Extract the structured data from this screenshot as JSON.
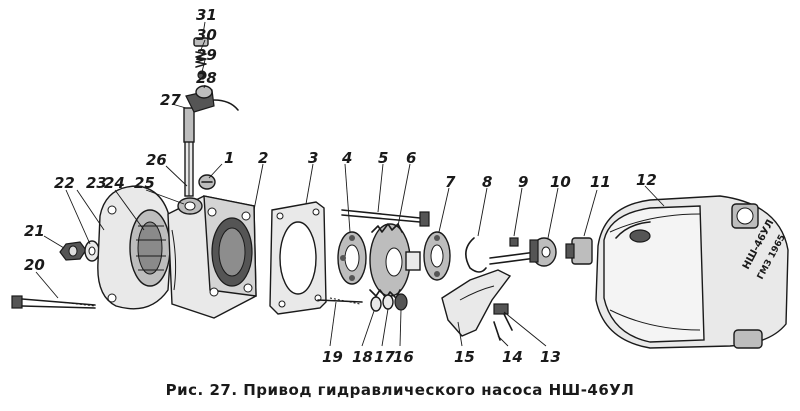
{
  "figure": {
    "caption": "Рис. 27. Привод гидравлического насоса НШ-46УЛ",
    "pump_marking_1": "НШ-46УЛ",
    "pump_marking_2": "ГМЗ 1965"
  },
  "callouts": [
    {
      "id": "c1",
      "text": "1"
    },
    {
      "id": "c2",
      "text": "2"
    },
    {
      "id": "c3",
      "text": "3"
    },
    {
      "id": "c4",
      "text": "4"
    },
    {
      "id": "c5",
      "text": "5"
    },
    {
      "id": "c6",
      "text": "6"
    },
    {
      "id": "c7",
      "text": "7"
    },
    {
      "id": "c8",
      "text": "8"
    },
    {
      "id": "c9",
      "text": "9"
    },
    {
      "id": "c10",
      "text": "10"
    },
    {
      "id": "c11",
      "text": "11"
    },
    {
      "id": "c12",
      "text": "12"
    },
    {
      "id": "c13",
      "text": "13"
    },
    {
      "id": "c14",
      "text": "14"
    },
    {
      "id": "c15",
      "text": "15"
    },
    {
      "id": "c16",
      "text": "16"
    },
    {
      "id": "c17",
      "text": "17"
    },
    {
      "id": "c18",
      "text": "18"
    },
    {
      "id": "c19",
      "text": "19"
    },
    {
      "id": "c20",
      "text": "20"
    },
    {
      "id": "c21",
      "text": "21"
    },
    {
      "id": "c22",
      "text": "22"
    },
    {
      "id": "c23",
      "text": "23"
    },
    {
      "id": "c24",
      "text": "24"
    },
    {
      "id": "c25",
      "text": "25"
    },
    {
      "id": "c26",
      "text": "26"
    },
    {
      "id": "c27",
      "text": "27"
    },
    {
      "id": "c28",
      "text": "28"
    },
    {
      "id": "c29",
      "text": "29"
    },
    {
      "id": "c30",
      "text": "30"
    },
    {
      "id": "c31",
      "text": "31"
    }
  ]
}
